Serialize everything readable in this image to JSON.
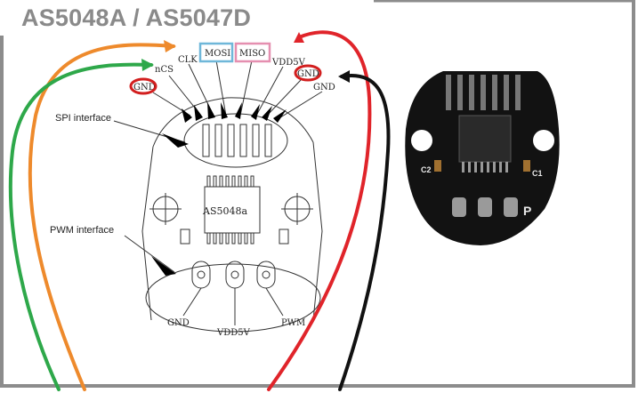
{
  "title": "AS5048A / AS5047D",
  "pins": {
    "gnd_left": "GND",
    "ncs": "nCS",
    "clk": "CLK",
    "mosi": "MOSI",
    "miso": "MISO",
    "vdd5v": "VDD5V",
    "gnd_mid": "GND",
    "gnd_right": "GND"
  },
  "interfaces": {
    "spi": "SPI interface",
    "pwm": "PWM interface"
  },
  "chip_label": "AS5048a",
  "pwm_pins": {
    "gnd": "GND",
    "vdd5v": "VDD5V",
    "pwm": "PWM"
  },
  "photo_labels": {
    "c2": "C2",
    "c1": "C1",
    "p": "P"
  },
  "colors": {
    "frame": "#8c8c8c",
    "wire_orange": "#ee8a2c",
    "wire_green": "#2ea84a",
    "wire_red": "#e0242a",
    "wire_black": "#111111",
    "mosi_box": "#6fb7d9",
    "miso_box": "#e58fb0",
    "gnd_circle": "#d21e1e"
  }
}
